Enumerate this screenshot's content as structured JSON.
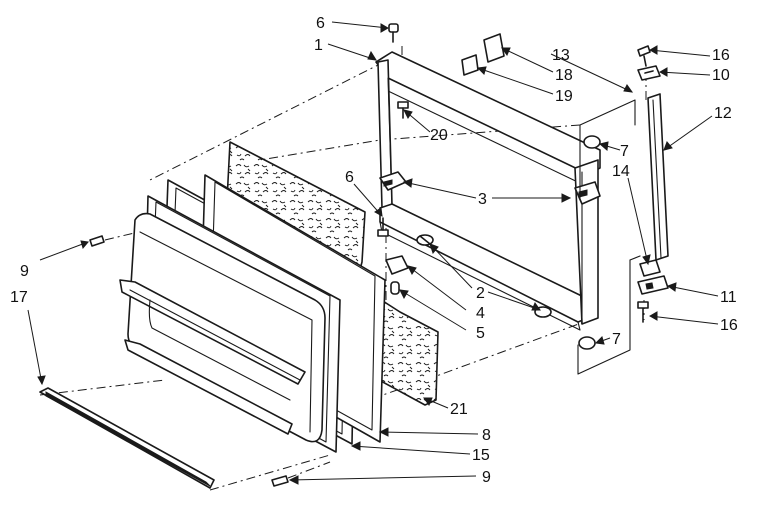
{
  "callouts": {
    "c1": "1",
    "c2": "2",
    "c3": "3",
    "c4": "4",
    "c5": "5",
    "c6_top": "6",
    "c6_mid": "6",
    "c7_top": "7",
    "c7_bottom": "7",
    "c8": "8",
    "c9_left": "9",
    "c9_bottom": "9",
    "c10": "10",
    "c11": "11",
    "c12": "12",
    "c13": "13",
    "c14": "14",
    "c15": "15",
    "c16_top": "16",
    "c16_bottom": "16",
    "c17": "17",
    "c18": "18",
    "c19": "19",
    "c20": "20",
    "c21": "21"
  }
}
